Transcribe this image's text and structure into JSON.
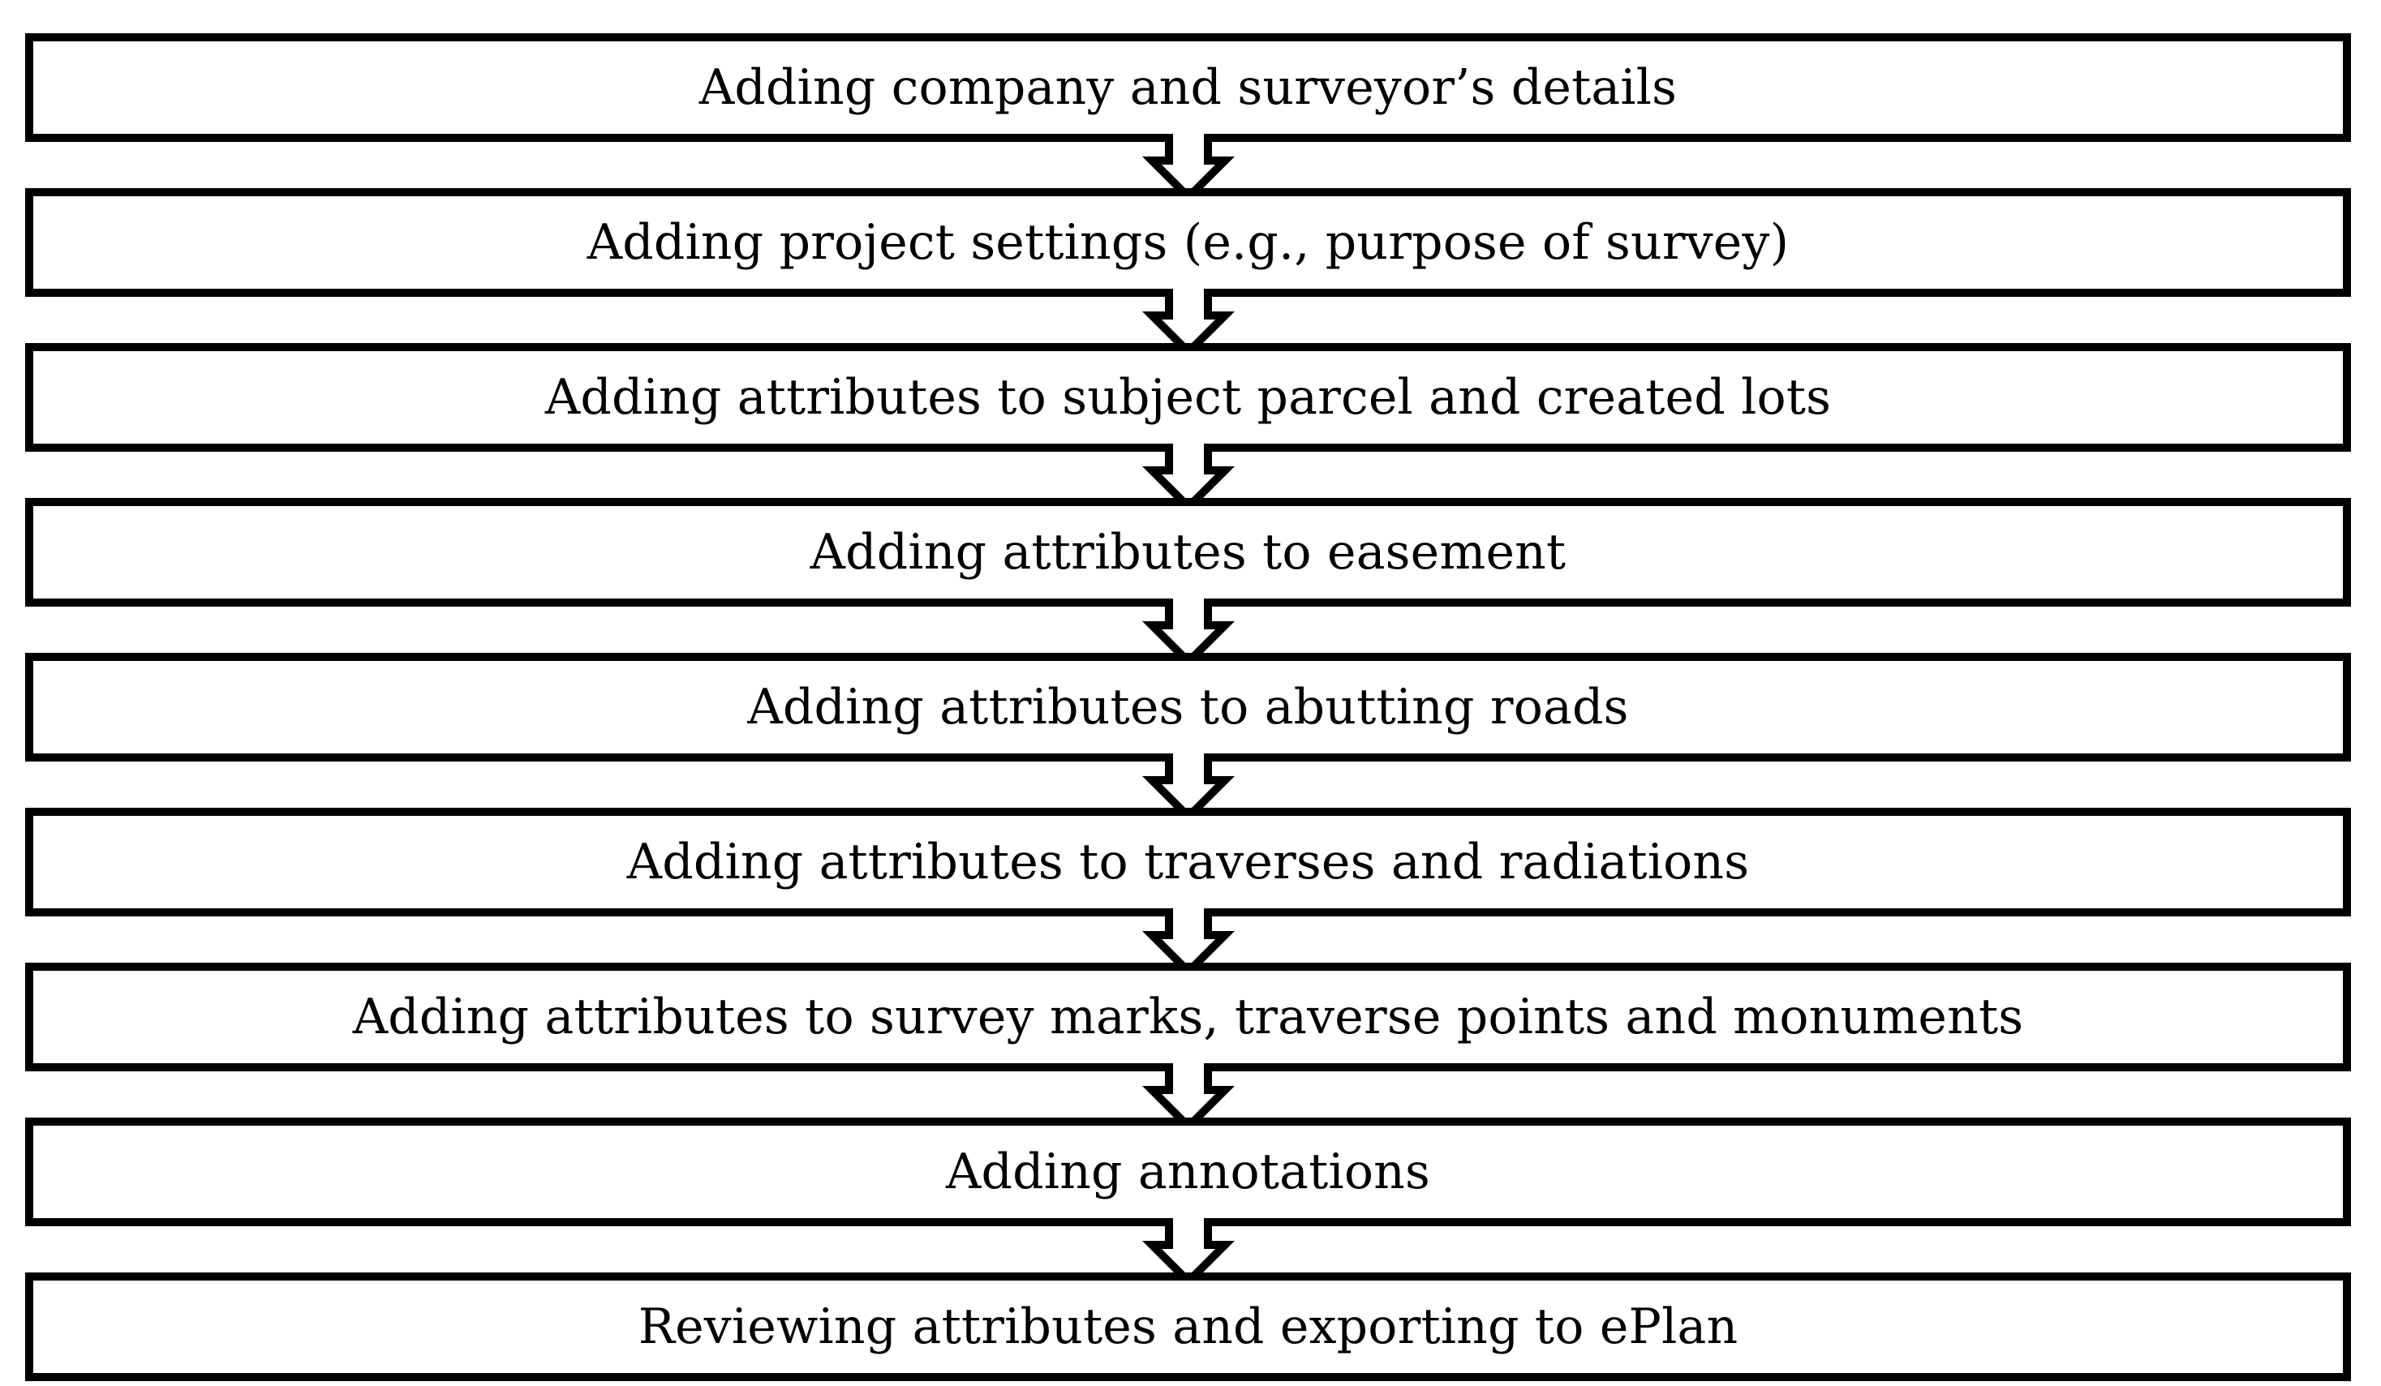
{
  "diagram": {
    "type": "flowchart",
    "orientation": "vertical",
    "title": "",
    "shape": "rectangle",
    "connector": "hollow-down-arrow",
    "colors": {
      "background": "#FFFFFF",
      "box_fill": "#FFFFFF",
      "box_border": "#000000",
      "text": "#000000",
      "arrow": "#000000"
    },
    "steps": [
      {
        "id": "step-1",
        "label": "Adding company and surveyor’s details"
      },
      {
        "id": "step-2",
        "label": "Adding project settings (e.g., purpose of survey)"
      },
      {
        "id": "step-3",
        "label": "Adding attributes to subject parcel and created lots"
      },
      {
        "id": "step-4",
        "label": "Adding attributes to easement"
      },
      {
        "id": "step-5",
        "label": "Adding attributes to abutting roads"
      },
      {
        "id": "step-6",
        "label": "Adding attributes to traverses and radiations"
      },
      {
        "id": "step-7",
        "label": "Adding attributes to survey marks, traverse points and monuments"
      },
      {
        "id": "step-8",
        "label": "Adding annotations"
      },
      {
        "id": "step-9",
        "label": "Reviewing attributes and exporting to ePlan"
      }
    ],
    "connectors": [
      {
        "id": "connector-1-2",
        "from": "step-1",
        "to": "step-2",
        "icon": "down-arrow-icon"
      },
      {
        "id": "connector-2-3",
        "from": "step-2",
        "to": "step-3",
        "icon": "down-arrow-icon"
      },
      {
        "id": "connector-3-4",
        "from": "step-3",
        "to": "step-4",
        "icon": "down-arrow-icon"
      },
      {
        "id": "connector-4-5",
        "from": "step-4",
        "to": "step-5",
        "icon": "down-arrow-icon"
      },
      {
        "id": "connector-5-6",
        "from": "step-5",
        "to": "step-6",
        "icon": "down-arrow-icon"
      },
      {
        "id": "connector-6-7",
        "from": "step-6",
        "to": "step-7",
        "icon": "down-arrow-icon"
      },
      {
        "id": "connector-7-8",
        "from": "step-7",
        "to": "step-8",
        "icon": "down-arrow-icon"
      },
      {
        "id": "connector-8-9",
        "from": "step-8",
        "to": "step-9",
        "icon": "down-arrow-icon"
      }
    ]
  }
}
